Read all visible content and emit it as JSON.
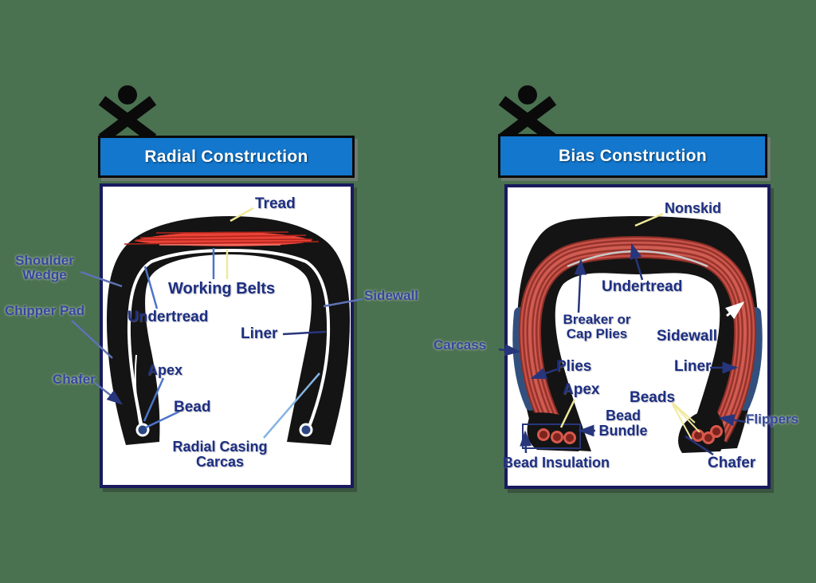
{
  "background_color": "#4a7150",
  "colors": {
    "header_blue": "#1377cd",
    "box_border_navy": "#191a5e",
    "label_navy": "#1d2f82",
    "tire_black": "#141414",
    "belt_red": "#ea4338",
    "ply_red": "#c85148",
    "carcass_blue": "#32507e",
    "bead_navy": "#2c4684",
    "leader_yellow": "#efe99c",
    "leader_blue": "#4d74c8"
  },
  "panels": [
    {
      "id": "radial",
      "title": "Radial Construction",
      "labels": {
        "tread": "Tread",
        "working_belts": "Working Belts",
        "undertread": "Undertread",
        "liner": "Liner",
        "apex": "Apex",
        "bead": "Bead",
        "radial_casing": "Radial Casing Carcas",
        "shoulder_wedge": "Shoulder Wedge",
        "chipper_pad": "Chipper Pad",
        "chafer": "Chafer",
        "sidewall": "Sidewall"
      }
    },
    {
      "id": "bias",
      "title": "Bias Construction",
      "labels": {
        "nonskid": "Nonskid",
        "undertread": "Undertread",
        "breaker": "Breaker or Cap Plies",
        "sidewall": "Sidewall",
        "plies": "Plies",
        "liner": "Liner",
        "apex": "Apex",
        "beads": "Beads",
        "bead_bundle": "Bead Bundle",
        "bead_insulation": "Bead Insulation",
        "chafer": "Chafer",
        "flippers": "Flippers",
        "carcass": "Carcass"
      }
    }
  ]
}
